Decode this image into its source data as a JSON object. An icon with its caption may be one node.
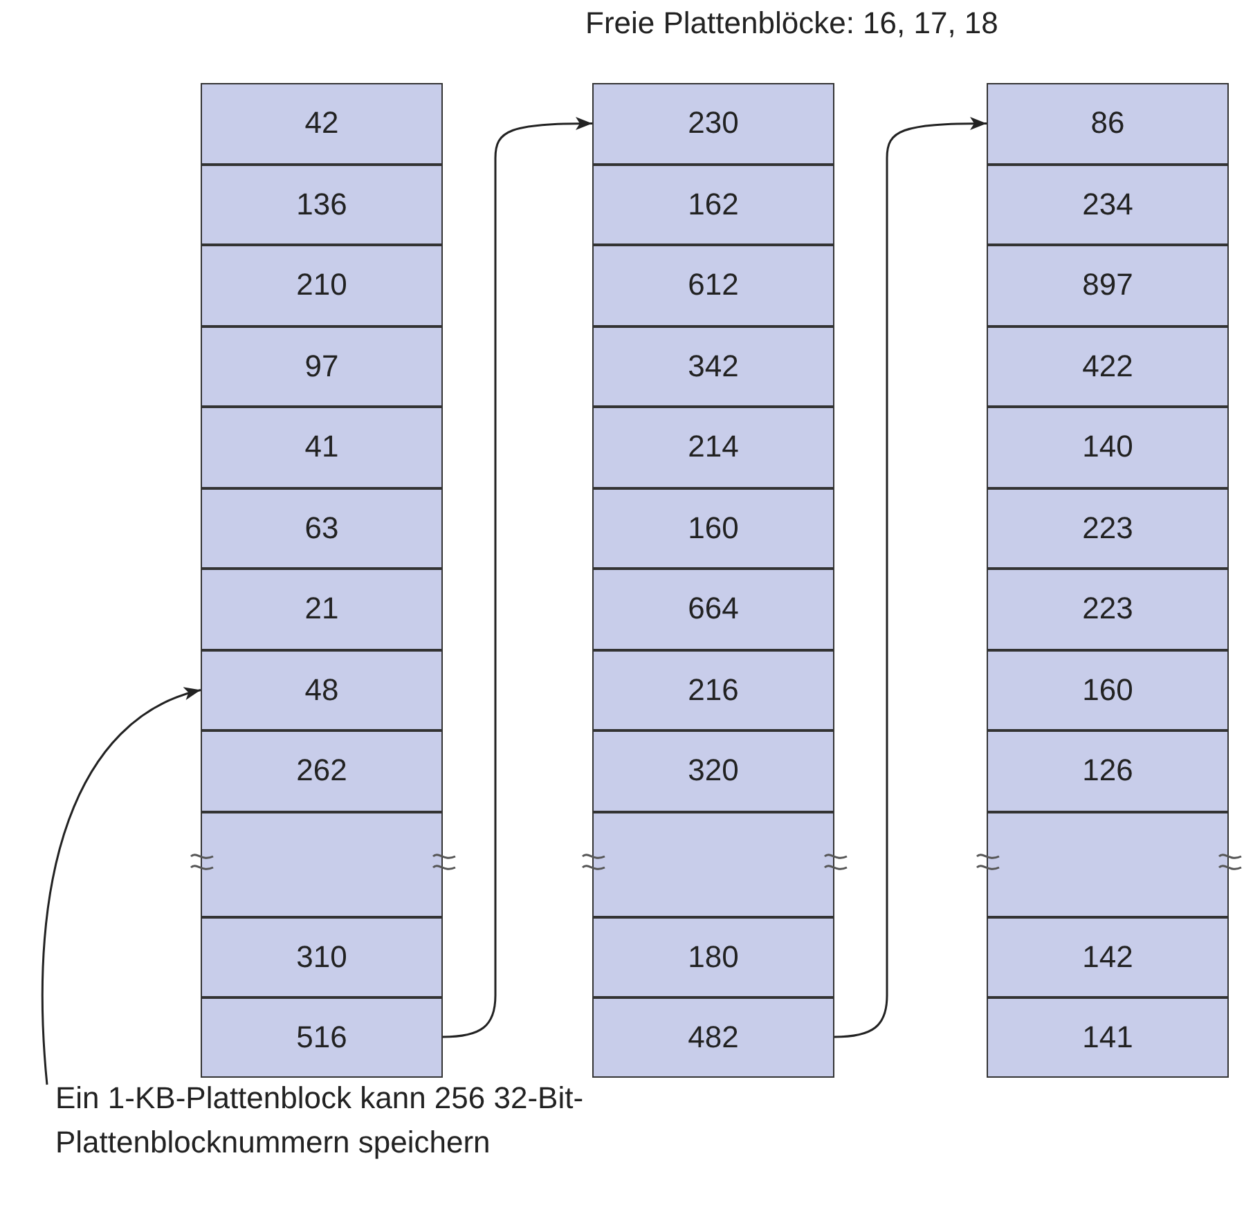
{
  "diagram": {
    "title": "Freie Plattenblöcke: 16, 17, 18",
    "nodes": [
      {
        "text": [
          "42"
        ]
      },
      {
        "text": [
          "136"
        ]
      },
      {
        "text": [
          "210"
        ]
      },
      {
        "text": [
          "97"
        ]
      },
      {
        "text": [
          "41"
        ]
      },
      {
        "text": [
          "63"
        ]
      },
      {
        "text": [
          "21"
        ]
      },
      {
        "text": [
          "48"
        ]
      },
      {
        "text": [
          "262"
        ]
      },
      {
        "text": [],
        "shape": "box"
      },
      {
        "text": [
          "310"
        ]
      },
      {
        "text": [
          "516"
        ]
      },
      {
        "text": [
          "230"
        ]
      },
      {
        "text": [
          "162"
        ]
      },
      {
        "text": [
          "612"
        ]
      },
      {
        "text": [
          "342"
        ]
      },
      {
        "text": [
          "214"
        ]
      },
      {
        "text": [
          "160"
        ]
      },
      {
        "text": [
          "664"
        ]
      },
      {
        "text": [
          "216"
        ]
      },
      {
        "text": [
          "320"
        ]
      },
      {
        "text": [],
        "shape": "box"
      },
      {
        "text": [
          "180"
        ]
      },
      {
        "text": [
          "482"
        ]
      },
      {
        "text": [
          "86"
        ]
      },
      {
        "text": [
          "234"
        ]
      },
      {
        "text": [
          "897"
        ]
      },
      {
        "text": [
          "422"
        ]
      },
      {
        "text": [
          "140"
        ]
      },
      {
        "text": [
          "223"
        ]
      },
      {
        "text": [
          "223"
        ]
      },
      {
        "text": [
          "160"
        ]
      },
      {
        "text": [
          "126"
        ]
      },
      {
        "text": [],
        "shape": "box"
      },
      {
        "text": [
          "142"
        ]
      },
      {
        "text": [
          "141"
        ]
      },
      {
        "text": [
          "Ein 1-KB-Plattenblock kann 256 32-Bit-Plattenblocknummern speichern"
        ]
      }
    ],
    "edges": [
      {
        "from": 11,
        "to": 12,
        "arrow": "to"
      },
      {
        "from": 23,
        "to": 24,
        "arrow": "to"
      },
      {
        "from": 36,
        "to": 7,
        "arrow": "to"
      }
    ]
  }
}
